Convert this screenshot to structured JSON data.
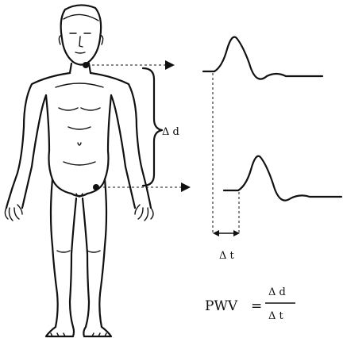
{
  "labels": {
    "distance": "Δ d",
    "time": "Δ t"
  },
  "formula": {
    "lhs": "PWV",
    "equals": "=",
    "numerator": "Δ d",
    "denominator": "Δ t"
  },
  "colors": {
    "ink": "#111111",
    "background": "#ffffff"
  }
}
